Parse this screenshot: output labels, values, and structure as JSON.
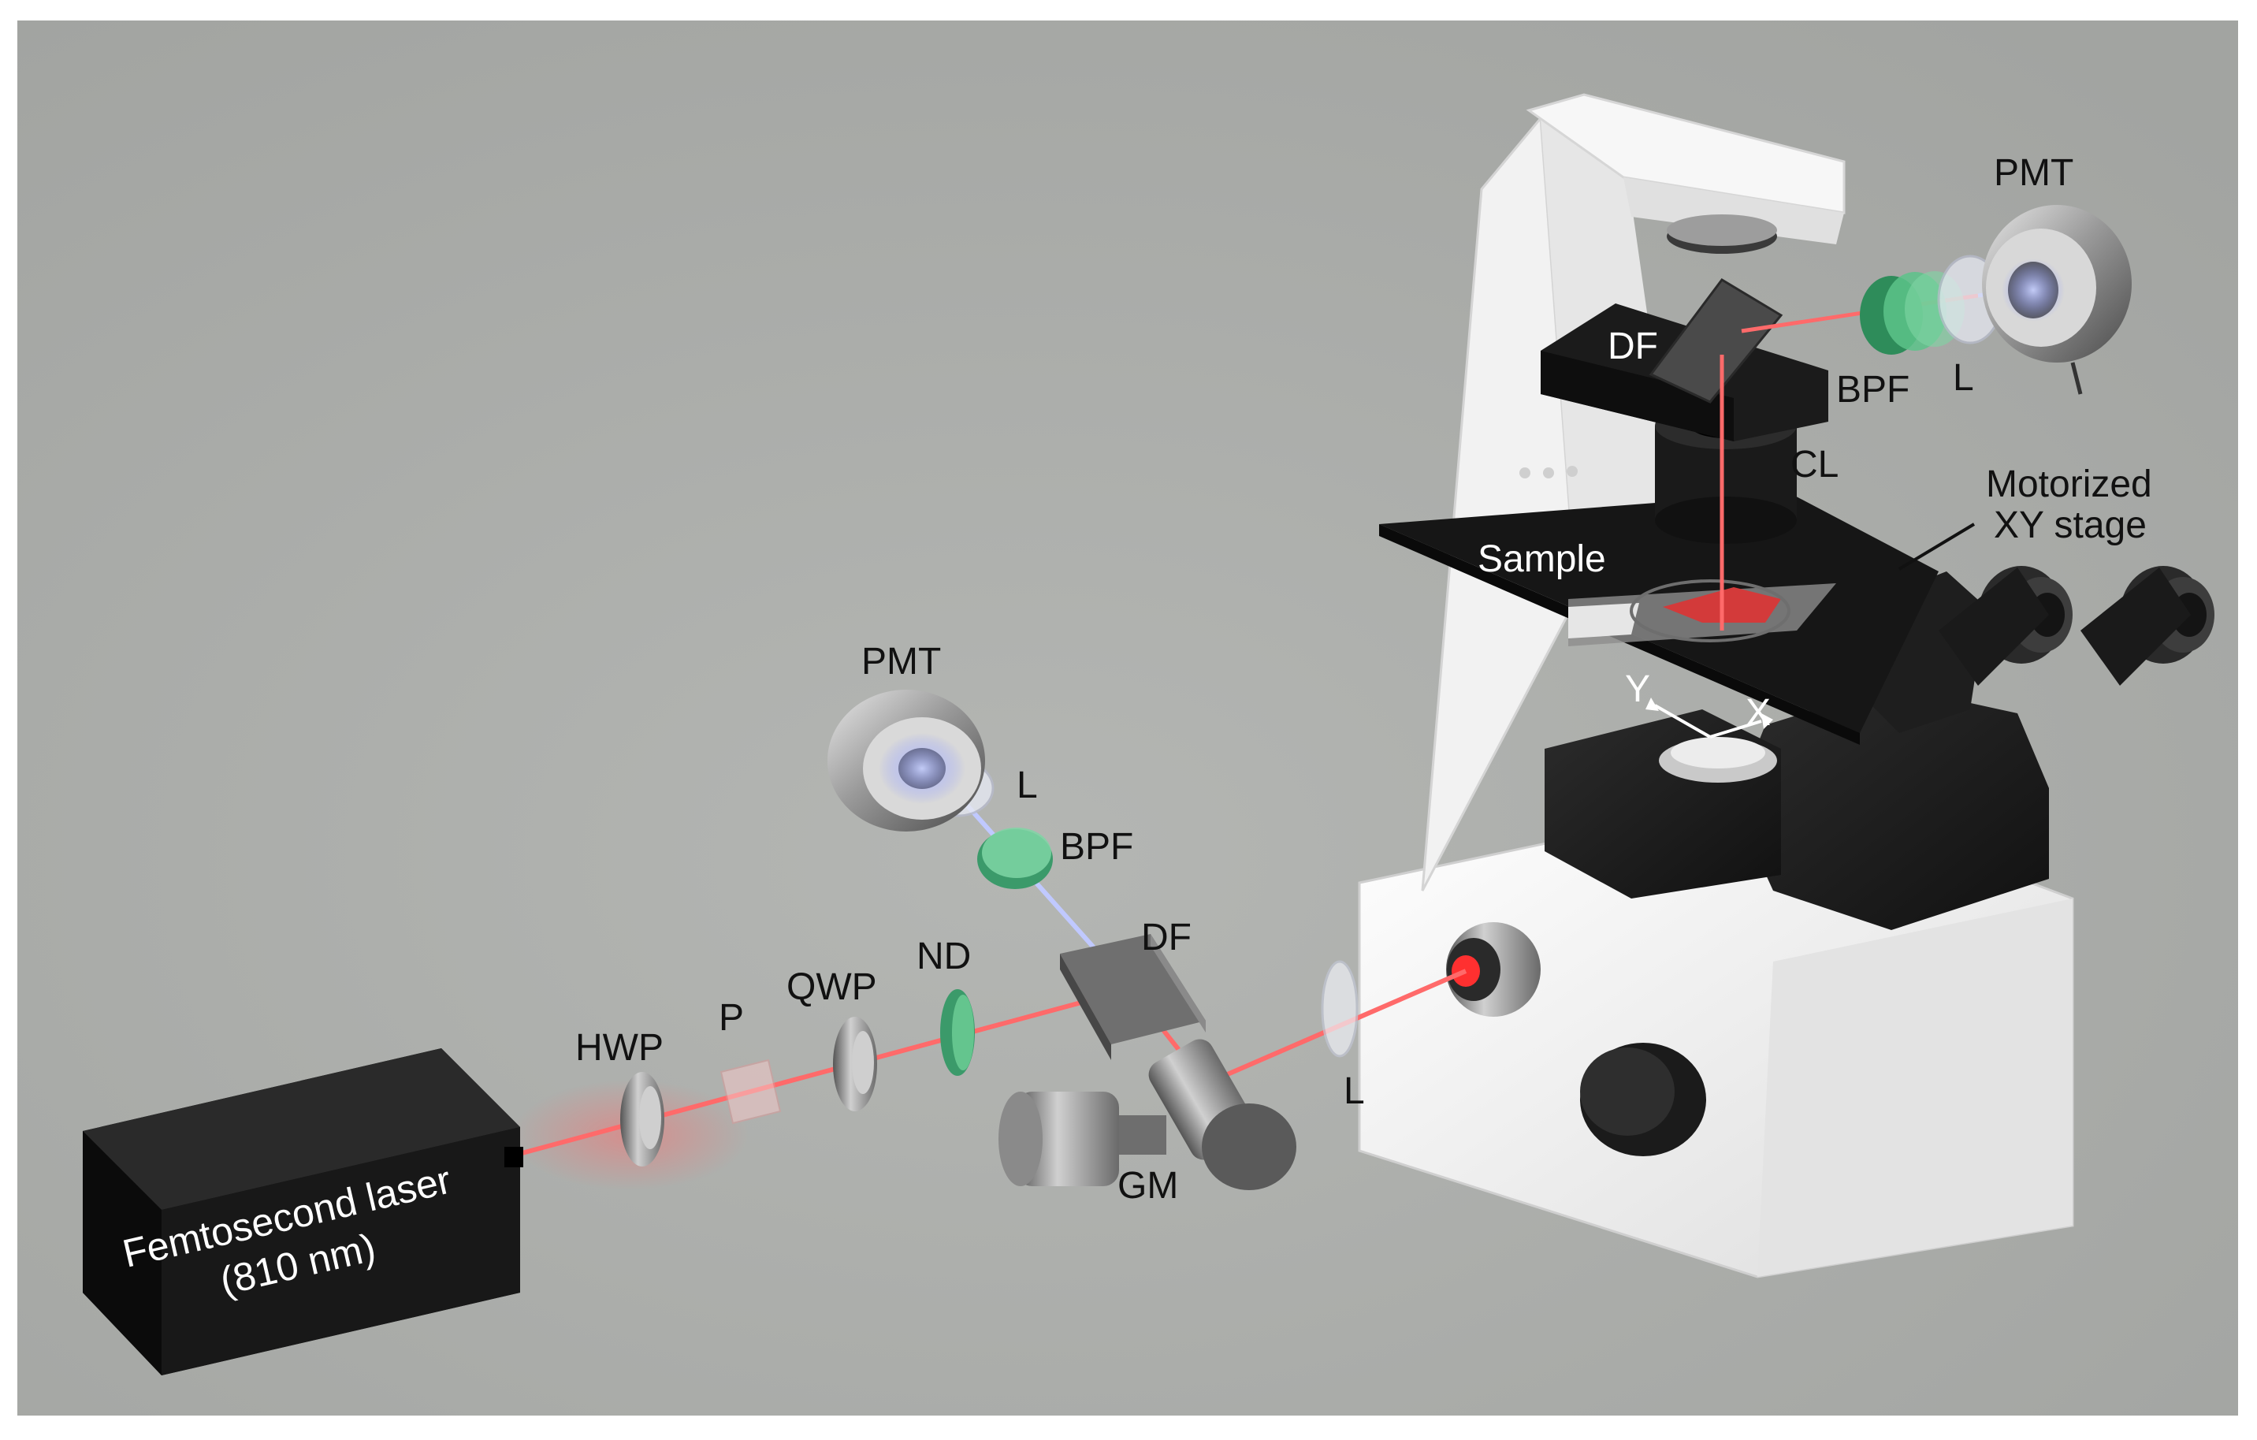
{
  "labels": {
    "laser_line1": "Femtosecond laser",
    "laser_line2": "(810 nm)",
    "hwp": "HWP",
    "p": "P",
    "qwp": "QWP",
    "nd": "ND",
    "df_bottom": "DF",
    "gm": "GM",
    "l_bottom": "L",
    "pmt_left": "PMT",
    "l_left": "L",
    "bpf_left": "BPF",
    "df_top": "DF",
    "bpf_top": "BPF",
    "l_top": "L",
    "pmt_top": "PMT",
    "cl": "CL",
    "sample": "Sample",
    "stage_line1": "Motorized",
    "stage_line2": "XY stage",
    "axis_y": "Y",
    "axis_x": "X"
  },
  "colors": {
    "background": "#a9aba8",
    "frame": "#ffffff",
    "laser_beam": "#ff5a5a",
    "signal_beam": "#b9c4ff",
    "filter_green": "#5cc38a",
    "microscope_body": "#f4f4f4",
    "dark_parts": "#1d1d1d"
  }
}
